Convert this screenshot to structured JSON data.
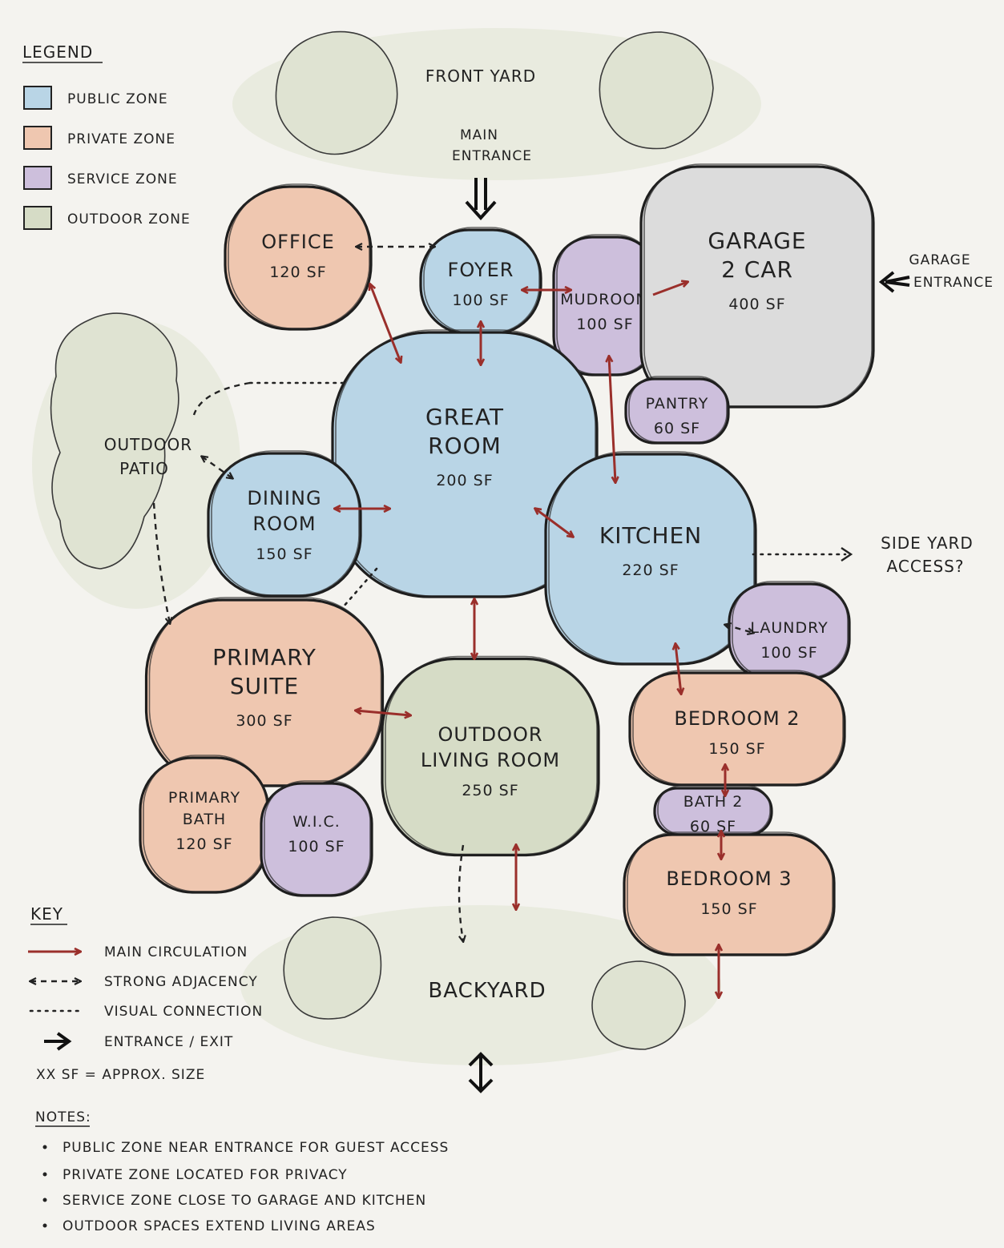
{
  "legend": {
    "title": "LEGEND",
    "items": [
      {
        "label": "PUBLIC ZONE",
        "color": "#b9d5e6"
      },
      {
        "label": "PRIVATE ZONE",
        "color": "#efc7b0"
      },
      {
        "label": "SERVICE ZONE",
        "color": "#cdbfdc"
      },
      {
        "label": "OUTDOOR ZONE",
        "color": "#d6dcc6"
      }
    ]
  },
  "site": {
    "front_yard": "FRONT YARD",
    "backyard": "BACKYARD",
    "main_entrance": [
      "MAIN",
      "ENTRANCE"
    ],
    "garage_entrance": [
      "GARAGE",
      "ENTRANCE"
    ],
    "side_yard": [
      "SIDE YARD",
      "ACCESS?"
    ],
    "outdoor_patio": [
      "OUTDOOR",
      "PATIO"
    ]
  },
  "rooms": {
    "office": {
      "name": [
        "OFFICE"
      ],
      "size": "120 SF",
      "zone": "private"
    },
    "foyer": {
      "name": [
        "FOYER"
      ],
      "size": "100 SF",
      "zone": "public"
    },
    "mudroom": {
      "name": [
        "MUDROOM"
      ],
      "size": "100 SF",
      "zone": "service"
    },
    "garage": {
      "name": [
        "GARAGE",
        "2 CAR"
      ],
      "size": "400 SF",
      "zone": "garage"
    },
    "pantry": {
      "name": [
        "PANTRY"
      ],
      "size": "60 SF",
      "zone": "service"
    },
    "great_room": {
      "name": [
        "GREAT",
        "ROOM"
      ],
      "size": "200 SF",
      "zone": "public"
    },
    "dining_room": {
      "name": [
        "DINING",
        "ROOM"
      ],
      "size": "150 SF",
      "zone": "public"
    },
    "kitchen": {
      "name": [
        "KITCHEN"
      ],
      "size": "220 SF",
      "zone": "public"
    },
    "laundry": {
      "name": [
        "LAUNDRY"
      ],
      "size": "100 SF",
      "zone": "service"
    },
    "primary_suite": {
      "name": [
        "PRIMARY",
        "SUITE"
      ],
      "size": "300 SF",
      "zone": "private"
    },
    "outdoor_living": {
      "name": [
        "OUTDOOR",
        "LIVING ROOM"
      ],
      "size": "250 SF",
      "zone": "outdoor"
    },
    "bedroom2": {
      "name": [
        "BEDROOM 2"
      ],
      "size": "150 SF",
      "zone": "private"
    },
    "bath2": {
      "name": [
        "BATH 2"
      ],
      "size": "60 SF",
      "zone": "service"
    },
    "bedroom3": {
      "name": [
        "BEDROOM 3"
      ],
      "size": "150 SF",
      "zone": "private"
    },
    "primary_bath": {
      "name": [
        "PRIMARY",
        "BATH"
      ],
      "size": "120 SF",
      "zone": "private"
    },
    "wic": {
      "name": [
        "W.I.C."
      ],
      "size": "100 SF",
      "zone": "service"
    }
  },
  "key": {
    "title": "KEY",
    "items": [
      {
        "style": "main",
        "label": "MAIN CIRCULATION"
      },
      {
        "style": "adjacency",
        "label": "STRONG ADJACENCY"
      },
      {
        "style": "visual",
        "label": "VISUAL CONNECTION"
      },
      {
        "style": "entrance",
        "label": "ENTRANCE / EXIT"
      }
    ],
    "size_note": "XX SF = APPROX. SIZE"
  },
  "notes": {
    "title": "NOTES:",
    "items": [
      "PUBLIC ZONE NEAR ENTRANCE FOR GUEST ACCESS",
      "PRIVATE ZONE LOCATED FOR PRIVACY",
      "SERVICE ZONE CLOSE TO GARAGE AND KITCHEN",
      "OUTDOOR SPACES EXTEND LIVING AREAS"
    ]
  },
  "colors": {
    "public": "#b9d5e6",
    "private": "#efc7b0",
    "service": "#cdbfdc",
    "outdoor": "#d6dcc6",
    "garage": "#dcdcdc",
    "circulation": "#9a2f2b"
  }
}
